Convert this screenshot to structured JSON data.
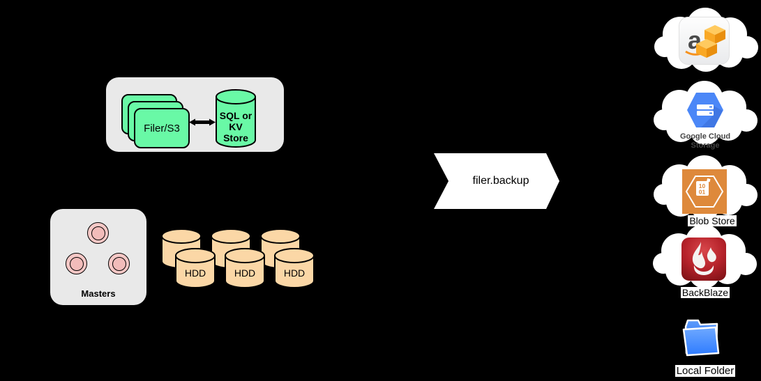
{
  "filer_group": {
    "filer_label": "Filer/S3",
    "store_lines": [
      "SQL or",
      "KV",
      "Store"
    ]
  },
  "masters": {
    "label": "Masters"
  },
  "volumes": {
    "hdd_labels": [
      "HDD",
      "HDD",
      "HDD"
    ]
  },
  "backup": {
    "label": "filer.backup"
  },
  "destinations": {
    "aws": {
      "name": "aws-s3",
      "letter": "a"
    },
    "gcs": {
      "label_lines": [
        "Google Cloud",
        "Storage"
      ]
    },
    "blob": {
      "label": "Blob Store",
      "doc_lines": [
        "10",
        "01"
      ]
    },
    "backblaze": {
      "label": "BackBlaze"
    },
    "local_folder": {
      "label": "Local Folder"
    }
  },
  "colors": {
    "background": "#000000",
    "container_gray": "#E9E9E9",
    "node_green": "#69F9A6",
    "hdd_tan": "#FBD7A6",
    "master_pink": "#F6C8C6",
    "arrow_white": "#FFFFFF",
    "aws_orange": "#F6A83C",
    "gcp_blue": "#4B87F7",
    "blob_orange": "#DE893B",
    "backblaze_red": "#B5222A",
    "folder_blue": "#3B82F8"
  }
}
